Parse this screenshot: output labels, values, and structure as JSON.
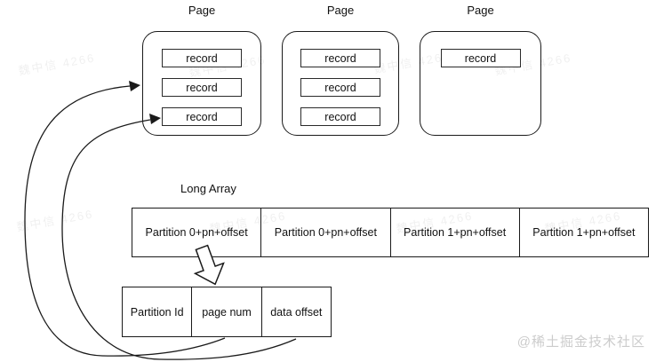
{
  "pages": [
    {
      "label": "Page",
      "records": [
        "record",
        "record",
        "record"
      ]
    },
    {
      "label": "Page",
      "records": [
        "record",
        "record",
        "record"
      ]
    },
    {
      "label": "Page",
      "records": [
        "record"
      ]
    }
  ],
  "long_array": {
    "label": "Long Array",
    "cells": [
      "Partition 0+pn+offset",
      "Partition 0+pn+offset",
      "Partition 1+pn+offset",
      "Partition 1+pn+offset"
    ]
  },
  "entry": {
    "cells": [
      "Partition Id",
      "page num",
      "data offset"
    ]
  },
  "watermark": {
    "diagonal": "魏中信 4266",
    "community": "@稀土掘金技术社区"
  },
  "colors": {
    "line": "#1a1a1a",
    "watermark_gray": "#cccccc",
    "background": "#ffffff"
  }
}
